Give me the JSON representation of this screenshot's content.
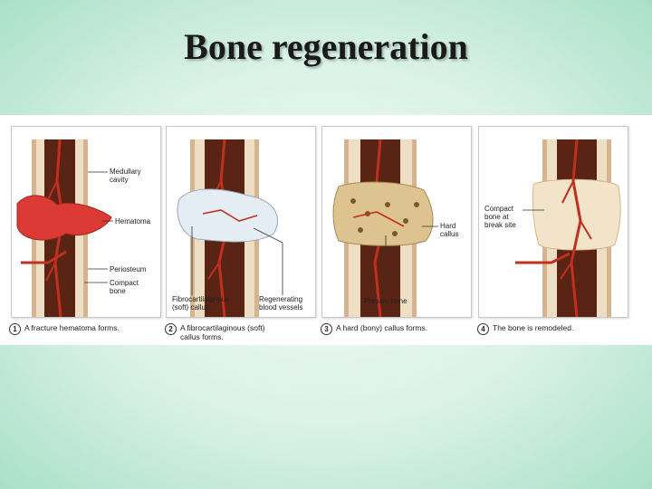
{
  "slide": {
    "title": "Bone regeneration"
  },
  "panels": [
    {
      "labels": {
        "medullary": "Medullary\ncavity",
        "hematoma": "Hematoma",
        "periosteum": "Periosteum",
        "compact": "Compact\nbone"
      },
      "step_num": "1",
      "step_text": "A fracture hematoma forms."
    },
    {
      "labels": {
        "fibro": "Fibrocartilaginous\n(soft) callus",
        "regen": "Regenerating\nblood vessels"
      },
      "step_num": "2",
      "step_text": "A fibrocartilaginous (soft)\ncallus forms."
    },
    {
      "labels": {
        "hard": "Hard\ncallus",
        "primary": "Primary bone"
      },
      "step_num": "3",
      "step_text": "A hard (bony) callus forms."
    },
    {
      "labels": {
        "compact_break": "Compact\nbone at\nbreak site"
      },
      "step_num": "4",
      "step_text": "The bone is remodeled."
    }
  ],
  "colors": {
    "bone": "#eedfc4",
    "marrow": "#5a2414",
    "vessel": "#c0301f",
    "hematoma": "#dc3b35",
    "soft_callus": "#e4ecf4",
    "hard_callus": "#dcc38f"
  }
}
